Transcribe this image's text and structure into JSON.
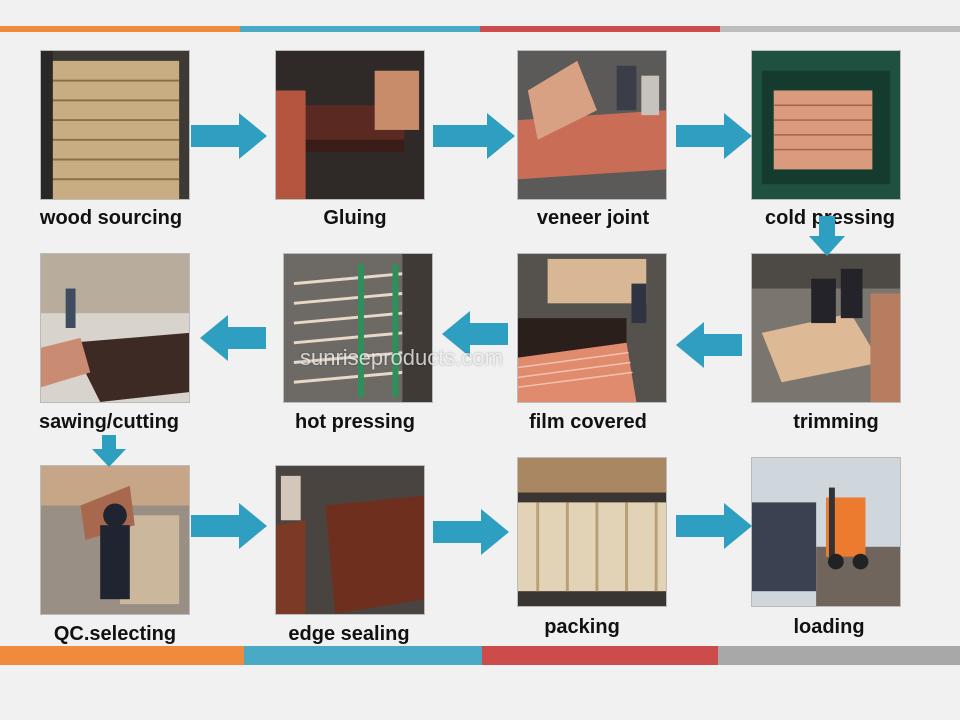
{
  "colors": {
    "background": "#f1f1f1",
    "arrow": "#2e9fc0",
    "bands": [
      "#f08a3c",
      "#4aa9c4",
      "#cc4c4c",
      "#a8a8a8"
    ]
  },
  "steps": [
    {
      "label": "wood sourcing"
    },
    {
      "label": "Gluing"
    },
    {
      "label": "veneer joint"
    },
    {
      "label": "cold pressing"
    },
    {
      "label": "trimming"
    },
    {
      "label": "film covered"
    },
    {
      "label": "hot pressing"
    },
    {
      "label": "sawing/cutting"
    },
    {
      "label": "QC.selecting"
    },
    {
      "label": "edge sealing"
    },
    {
      "label": "packing"
    },
    {
      "label": "loading"
    }
  ],
  "watermark": "sunriseproducts.com"
}
